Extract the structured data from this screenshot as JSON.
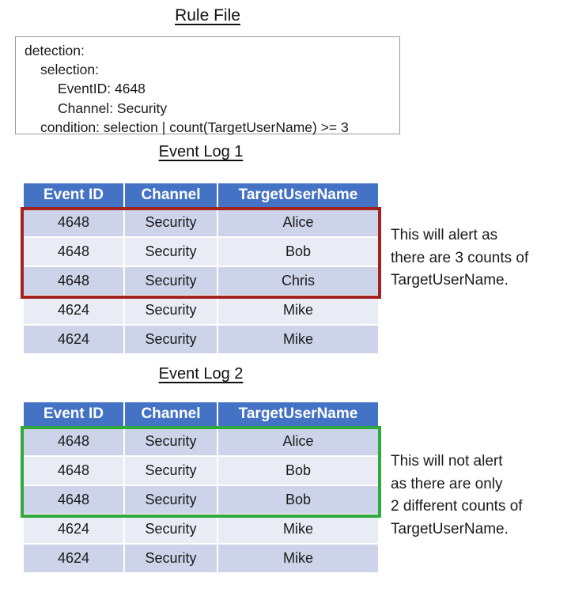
{
  "colors": {
    "header_bg": "#4472C4",
    "header_text": "#FFFFFF",
    "band_dark": "#CDD3E8",
    "band_light": "#E9EBF5",
    "alert_border": "#A1241E",
    "ok_border": "#2FA83C",
    "rule_box_border": "#999999",
    "body_text": "#1A1A1A"
  },
  "rule_file": {
    "title": "Rule File",
    "lines": [
      "detection:",
      "selection:",
      "EventID: 4648",
      "Channel: Security",
      "condition: selection | count(TargetUserName) >= 3"
    ]
  },
  "log1": {
    "title": "Event Log 1",
    "headers": [
      "Event ID",
      "Channel",
      "TargetUserName"
    ],
    "rows": [
      [
        "4648",
        "Security",
        "Alice"
      ],
      [
        "4648",
        "Security",
        "Bob"
      ],
      [
        "4648",
        "Security",
        "Chris"
      ],
      [
        "4624",
        "Security",
        "Mike"
      ],
      [
        "4624",
        "Security",
        "Mike"
      ]
    ],
    "annotation": "This will alert as\nthere are 3 counts of\nTargetUserName."
  },
  "log2": {
    "title": "Event Log 2",
    "headers": [
      "Event ID",
      "Channel",
      "TargetUserName"
    ],
    "rows": [
      [
        "4648",
        "Security",
        "Alice"
      ],
      [
        "4648",
        "Security",
        "Bob"
      ],
      [
        "4648",
        "Security",
        "Bob"
      ],
      [
        "4624",
        "Security",
        "Mike"
      ],
      [
        "4624",
        "Security",
        "Mike"
      ]
    ],
    "annotation": "This will not alert\nas there are only\n2 different counts of\nTargetUserName."
  }
}
